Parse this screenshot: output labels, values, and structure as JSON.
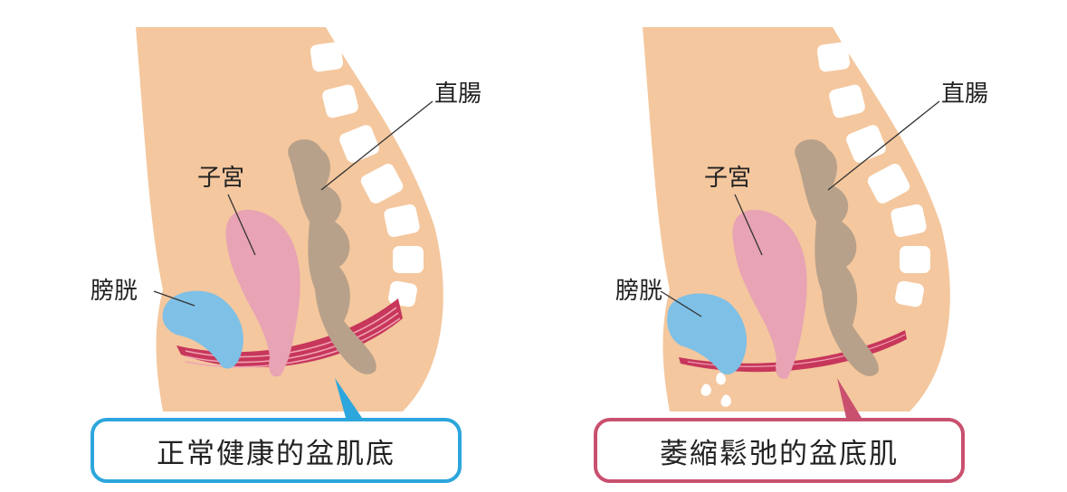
{
  "panels": [
    {
      "labels": {
        "rectum": "直腸",
        "uterus": "子宮",
        "bladder": "膀胱"
      },
      "caption": "正常健康的盆肌底",
      "caption_color": "#2ca6dc"
    },
    {
      "labels": {
        "rectum": "直腸",
        "uterus": "子宮",
        "bladder": "膀胱"
      },
      "caption": "萎縮鬆弛的盆底肌",
      "caption_color": "#c9506f"
    }
  ],
  "colors": {
    "skin": "#f4c79e",
    "bone": "#ffffff",
    "rectum": "#b8a18a",
    "uterus": "#e8a3b4",
    "bladder": "#7ec0e6",
    "muscle": "#c7375b",
    "muscle_stripe": "#f0a3b4"
  }
}
